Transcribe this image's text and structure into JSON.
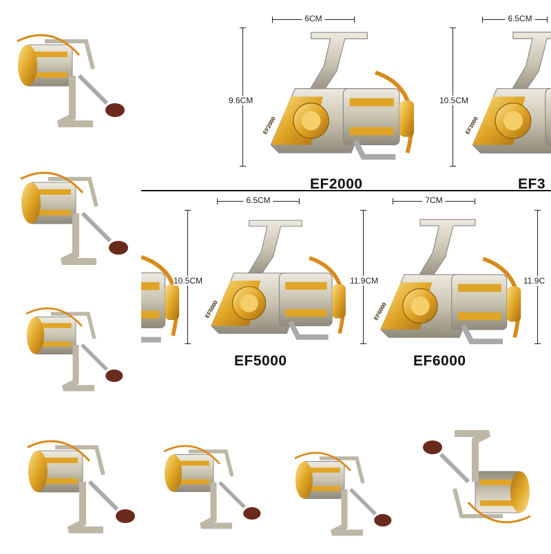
{
  "panels": [
    {
      "model": "EF2000",
      "width": "6CM",
      "height": "9.6CM",
      "reel_text": "EF2000"
    },
    {
      "model": "EF3",
      "width": "6.5CM",
      "height": "10.5CM",
      "reel_text": "EF3000"
    },
    {
      "model": "EF5000",
      "width": "6.5CM",
      "height": "10.5CM",
      "reel_text": "EF5000"
    },
    {
      "model": "EF6000",
      "width": "7CM",
      "height": "11.9CM",
      "reel_text": "EF6000"
    },
    {
      "model": "",
      "width": "",
      "height": "11.9C",
      "reel_text": ""
    }
  ],
  "colors": {
    "gold": "#e0a526",
    "silver": "#c9c3b0",
    "wood": "#6b2a1e",
    "line": "#d98a1c"
  }
}
